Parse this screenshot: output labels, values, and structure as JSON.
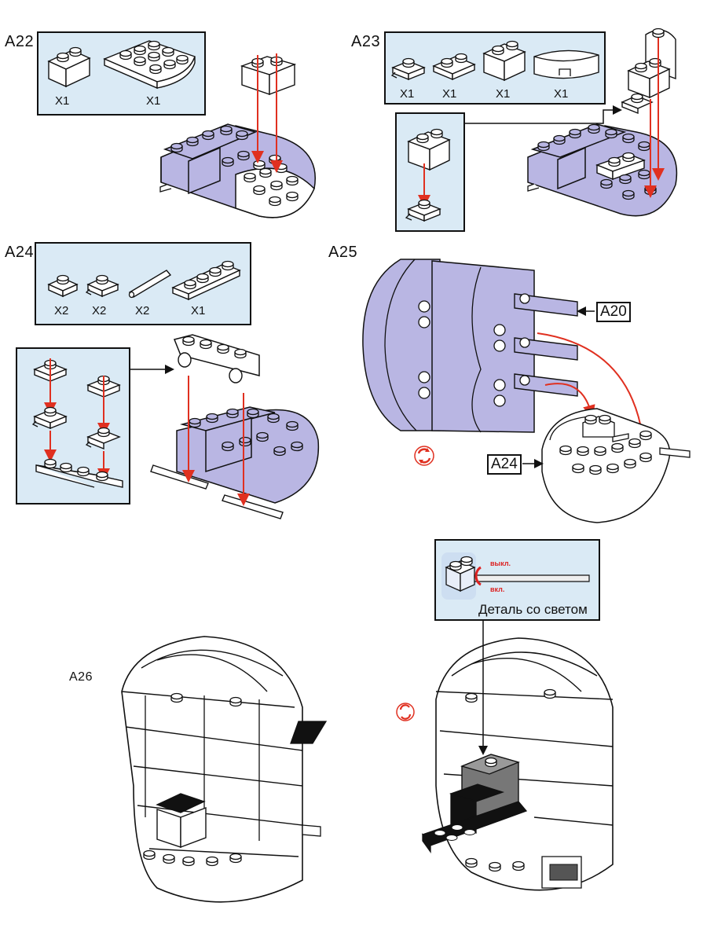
{
  "steps": {
    "a22": {
      "label": "A22",
      "parts": [
        {
          "icon": "brick-1x2-icon",
          "qty": "X1"
        },
        {
          "icon": "wedge-plate-icon",
          "qty": "X1"
        }
      ]
    },
    "a23": {
      "label": "A23",
      "parts": [
        {
          "icon": "clip-plate-icon",
          "qty": "X1"
        },
        {
          "icon": "plate-1x2-icon",
          "qty": "X1"
        },
        {
          "icon": "brick-1x2-icon",
          "qty": "X1"
        },
        {
          "icon": "curved-brick-icon",
          "qty": "X1"
        }
      ]
    },
    "a24": {
      "label": "A24",
      "parts": [
        {
          "icon": "plate-1x1-icon",
          "qty": "X2"
        },
        {
          "icon": "clip-plate-icon",
          "qty": "X2"
        },
        {
          "icon": "bar-icon",
          "qty": "X2"
        },
        {
          "icon": "plate-1x4-icon",
          "qty": "X1"
        }
      ]
    },
    "a25": {
      "label": "A25",
      "ref_a20": "A20",
      "ref_a24": "A24",
      "rotate_icon": "rotate-icon"
    },
    "a26": {
      "label": "A26",
      "rotate_icon": "rotate-icon",
      "light_box": {
        "off_label": "выкл.",
        "on_label": "вкл.",
        "caption": "Деталь со светом"
      }
    }
  },
  "colors": {
    "panel": "#daeaf5",
    "lavender": "#b9b6e3",
    "arrow": "#e03020",
    "black": "#111111"
  }
}
